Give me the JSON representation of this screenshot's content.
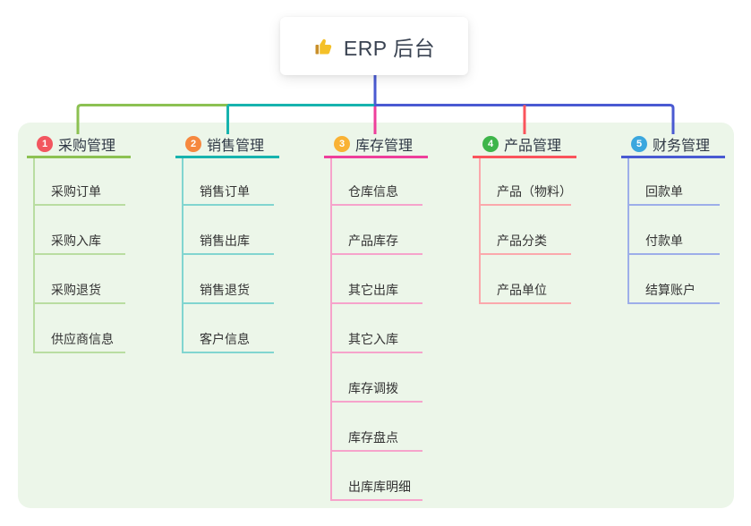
{
  "root": {
    "icon": "thumbs-up-icon",
    "title": "ERP 后台"
  },
  "colors": {
    "background": "#ffffff",
    "panel_bg": "#ecf6e9",
    "card_bg": "#ffffff",
    "root_line": "#4a5ad2",
    "root_text": "#3a4352",
    "branch_text": "#2f3845",
    "child_text": "#333333",
    "badge_number_text": "#ffffff",
    "icon_color": "#f4c028",
    "icon_cuff_color": "#c98f2a"
  },
  "branches": [
    {
      "number": "1",
      "label": "采购管理",
      "badge_color": "#f2565f",
      "line_color": "#8cc152",
      "child_line_color": "#b9dda1",
      "children": [
        "采购订单",
        "采购入库",
        "采购退货",
        "供应商信息"
      ]
    },
    {
      "number": "2",
      "label": "销售管理",
      "badge_color": "#f6883f",
      "line_color": "#17b3ae",
      "child_line_color": "#81d5d0",
      "children": [
        "销售订单",
        "销售出库",
        "销售退货",
        "客户信息"
      ]
    },
    {
      "number": "3",
      "label": "库存管理",
      "badge_color": "#f9b234",
      "line_color": "#ee3f9b",
      "child_line_color": "#f6a3cb",
      "children": [
        "仓库信息",
        "产品库存",
        "其它出库",
        "其它入库",
        "库存调拨",
        "库存盘点",
        "出库库明细"
      ]
    },
    {
      "number": "4",
      "label": "产品管理",
      "badge_color": "#3eb54a",
      "line_color": "#fa545c",
      "child_line_color": "#fba8ac",
      "children": [
        "产品（物料）",
        "产品分类",
        "产品单位"
      ]
    },
    {
      "number": "5",
      "label": "财务管理",
      "badge_color": "#3ba7de",
      "line_color": "#4a5ad2",
      "child_line_color": "#9daee9",
      "children": [
        "回款单",
        "付款单",
        "结算账户"
      ]
    }
  ]
}
